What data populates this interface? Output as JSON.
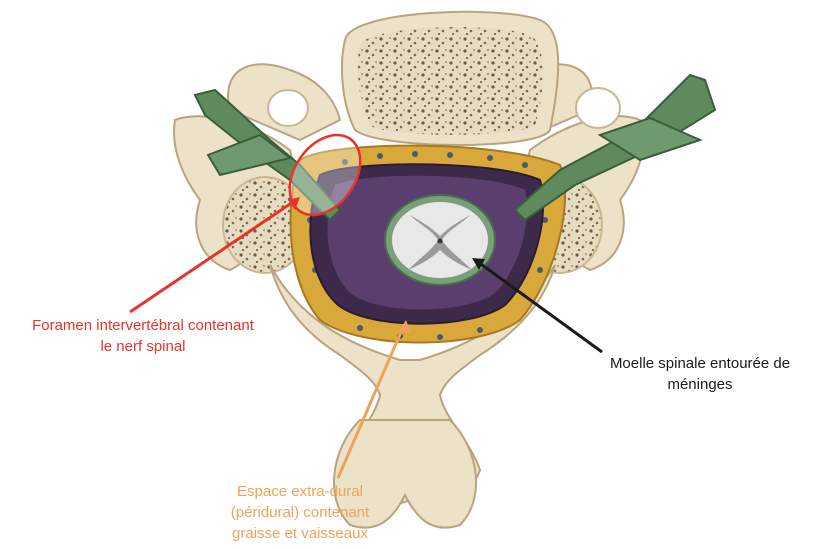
{
  "labels": {
    "foramen": {
      "lines": [
        "Foramen intervertébral contenant",
        "le nerf spinal"
      ],
      "color": "#e8322a"
    },
    "moelle": {
      "lines": [
        "Moelle spinale entourée de",
        "méninges"
      ],
      "color": "#1a1a1a"
    },
    "espace": {
      "lines": [
        "Espace extra-dural",
        "(péridural) contenant",
        "graisse et vaisseaux"
      ],
      "color": "#f0a25a"
    }
  },
  "colors": {
    "bone": "#ece2c8",
    "bone_shadow": "#c9b791",
    "marrow": "#6b5a4a",
    "fat": "#d9a83a",
    "nerve": "#5e8a5e",
    "dura": "#3d2a4a",
    "cord_grey": "#9a9a9a",
    "cord_white": "#e8e8e8"
  }
}
